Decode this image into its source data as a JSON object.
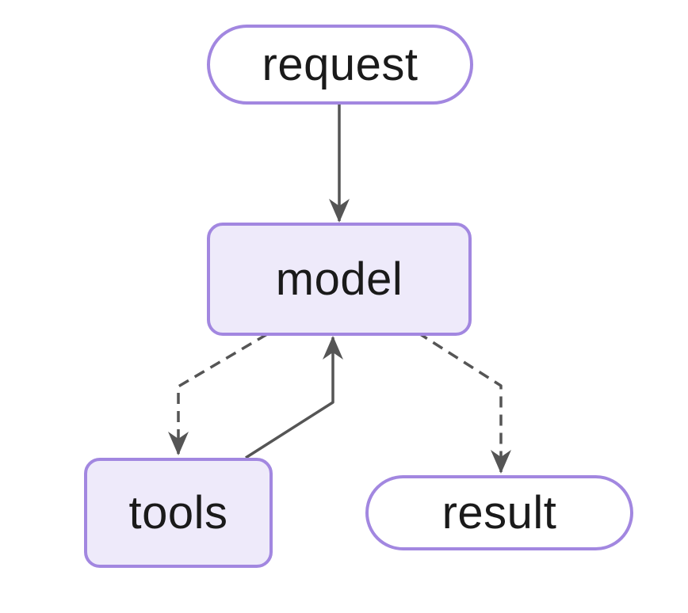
{
  "diagram": {
    "type": "flowchart-top-down",
    "nodes": [
      {
        "id": "request",
        "label": "request",
        "shape": "stadium"
      },
      {
        "id": "model",
        "label": "model",
        "shape": "rounded-rectangle"
      },
      {
        "id": "tools",
        "label": "tools",
        "shape": "rounded-rectangle"
      },
      {
        "id": "result",
        "label": "result",
        "shape": "stadium"
      }
    ],
    "edges": [
      {
        "from": "request",
        "to": "model",
        "style": "solid",
        "arrow": "end"
      },
      {
        "from": "model",
        "to": "tools",
        "style": "dashed",
        "arrow": "end"
      },
      {
        "from": "tools",
        "to": "model",
        "style": "solid",
        "arrow": "end"
      },
      {
        "from": "model",
        "to": "result",
        "style": "dashed",
        "arrow": "end"
      }
    ]
  },
  "colors": {
    "canvas_bg": "#ffffff",
    "node_border": "#a287e0",
    "rect_fill": "#eeeafa",
    "stadium_fill": "#ffffff",
    "edge_line": "#555555",
    "label_text": "#1a1a1a"
  }
}
